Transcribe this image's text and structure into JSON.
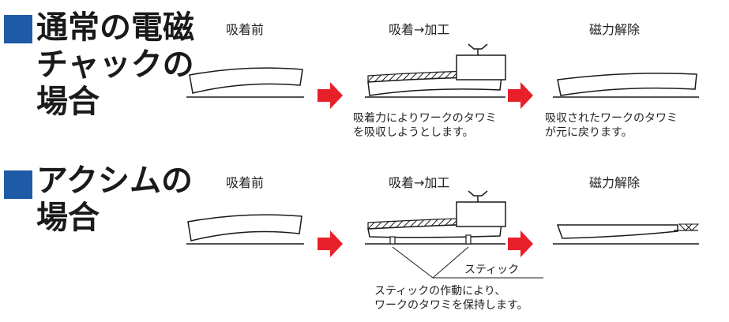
{
  "colors": {
    "accent_blue": "#1f5aa6",
    "arrow_red": "#e8202a",
    "line": "#1a1a1a"
  },
  "sections": [
    {
      "heading_lines": [
        "通常の電磁",
        "チャックの",
        "場合"
      ],
      "steps": [
        "吸着前",
        "吸着→加工",
        "磁力解除"
      ],
      "notes": [
        [
          "吸着力によりワークのタワミ",
          "を吸収しようとします。"
        ],
        [
          "吸収されたワークのタワミ",
          "が元に戻ります。"
        ]
      ]
    },
    {
      "heading_lines": [
        "アクシムの",
        "場合"
      ],
      "steps": [
        "吸着前",
        "吸着→加工",
        "磁力解除"
      ],
      "stick_label": "スティック",
      "note": [
        "スティックの作動により、",
        "ワークのタワミを保持します。"
      ]
    }
  ],
  "icons": [
    "right-arrow-icon",
    "grinding-tool-icon",
    "hatched-work-piece",
    "level-gauge-icon"
  ]
}
